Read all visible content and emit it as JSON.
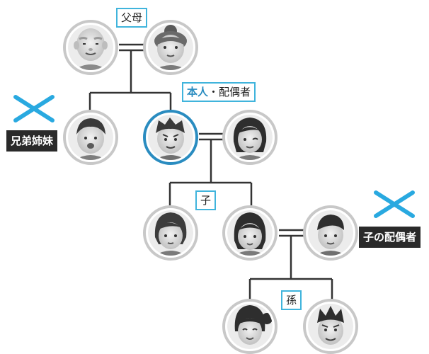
{
  "labels": {
    "parents": "父母",
    "self_main": "本人",
    "self_rest": "・配偶者",
    "siblings": "兄弟姉妹",
    "children": "子",
    "child_spouse": "子の配偶者",
    "grandchildren": "孫"
  },
  "excluded_marks": [
    "siblings",
    "child-spouse"
  ],
  "people": [
    {
      "id": "father",
      "role": "parent",
      "icon": "elderly-man-icon"
    },
    {
      "id": "mother",
      "role": "parent",
      "icon": "elderly-woman-icon"
    },
    {
      "id": "sibling",
      "role": "sibling",
      "icon": "sibling-boy-icon"
    },
    {
      "id": "self",
      "role": "self",
      "icon": "self-man-icon",
      "highlighted": true
    },
    {
      "id": "spouse",
      "role": "spouse",
      "icon": "spouse-woman-icon"
    },
    {
      "id": "child-1",
      "role": "child",
      "icon": "child-girl-icon"
    },
    {
      "id": "child-2",
      "role": "child",
      "icon": "child-woman-icon"
    },
    {
      "id": "child-spouse",
      "role": "child_spouse",
      "icon": "child-spouse-man-icon"
    },
    {
      "id": "grandchild-1",
      "role": "grandchild",
      "icon": "grandchild-girl-icon"
    },
    {
      "id": "grandchild-2",
      "role": "grandchild",
      "icon": "grandchild-boy-icon"
    }
  ],
  "colors": {
    "accent": "#2a8cc0",
    "label_border": "#40b4dc",
    "cross": "#29a9e0",
    "line": "#333333",
    "ring": "#c8c8c8",
    "dark_label": "#2a2a2a"
  }
}
